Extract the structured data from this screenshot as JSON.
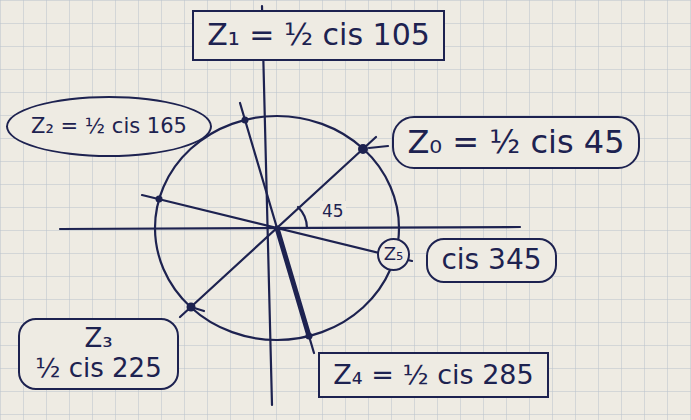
{
  "diagram": {
    "nodes": [
      {
        "text": [
          "Z₁ = ½ cis 105"
        ]
      },
      {
        "text": [
          "Z₂ = ½ cis 165"
        ]
      },
      {
        "text": [
          "Z₀ = ½ cis 45"
        ]
      },
      {
        "text": [
          "Z₅"
        ]
      },
      {
        "text": [
          "cis 345"
        ]
      },
      {
        "text": [
          "Z₃",
          "½ cis 225"
        ]
      },
      {
        "text": [
          "Z₄ = ½ cis 285"
        ]
      }
    ],
    "labels": [
      "45"
    ]
  }
}
